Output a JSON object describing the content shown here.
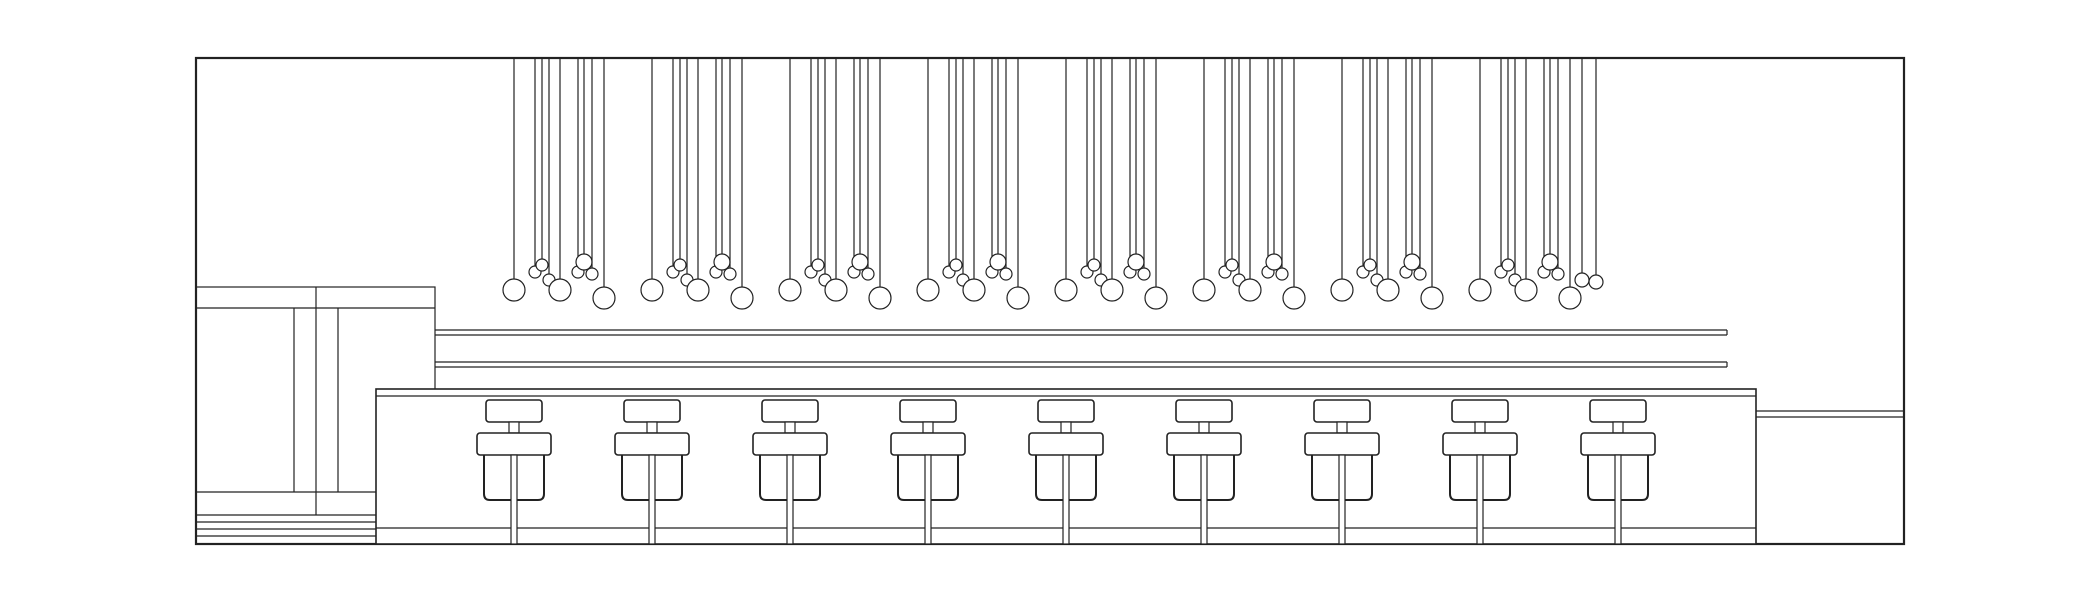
{
  "drawing": {
    "type": "bar-counter-elevation",
    "line_color": "#222222",
    "background_color": "#ffffff",
    "pendant_group_count": 8,
    "stool_count": 9,
    "elements": [
      "pendant-lights",
      "bar-counter",
      "bar-stools",
      "back-shelves",
      "side-cabinet"
    ]
  }
}
